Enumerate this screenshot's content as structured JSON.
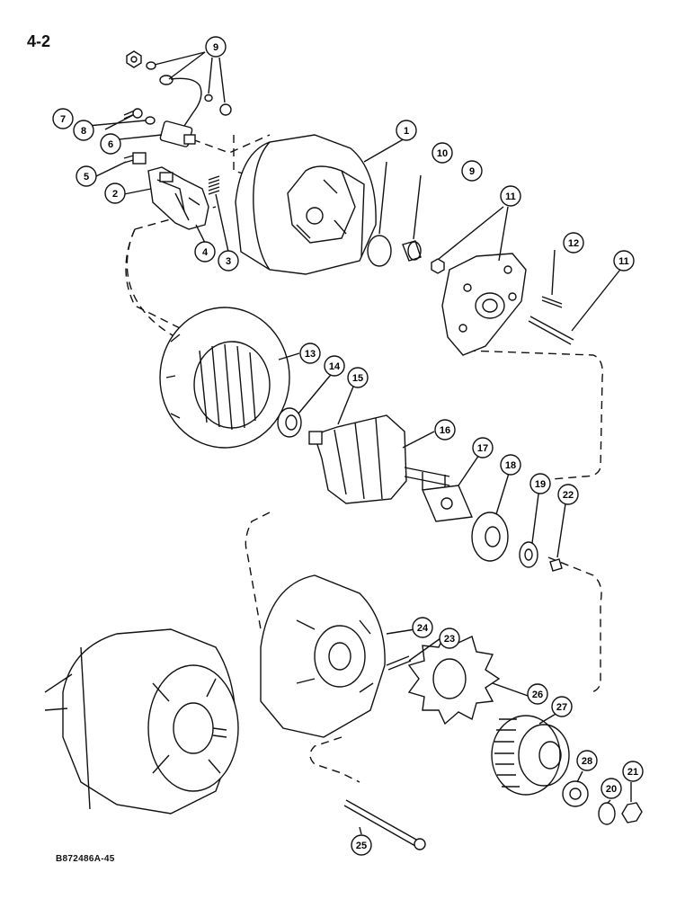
{
  "page_number": "4-2",
  "reference_code": "B872486A-45",
  "callouts": [
    "1",
    "2",
    "3",
    "4",
    "5",
    "6",
    "7",
    "8",
    "9",
    "9",
    "10",
    "11",
    "11",
    "12",
    "13",
    "14",
    "15",
    "16",
    "17",
    "18",
    "19",
    "20",
    "21",
    "22",
    "23",
    "24",
    "25",
    "26",
    "27",
    "28"
  ]
}
